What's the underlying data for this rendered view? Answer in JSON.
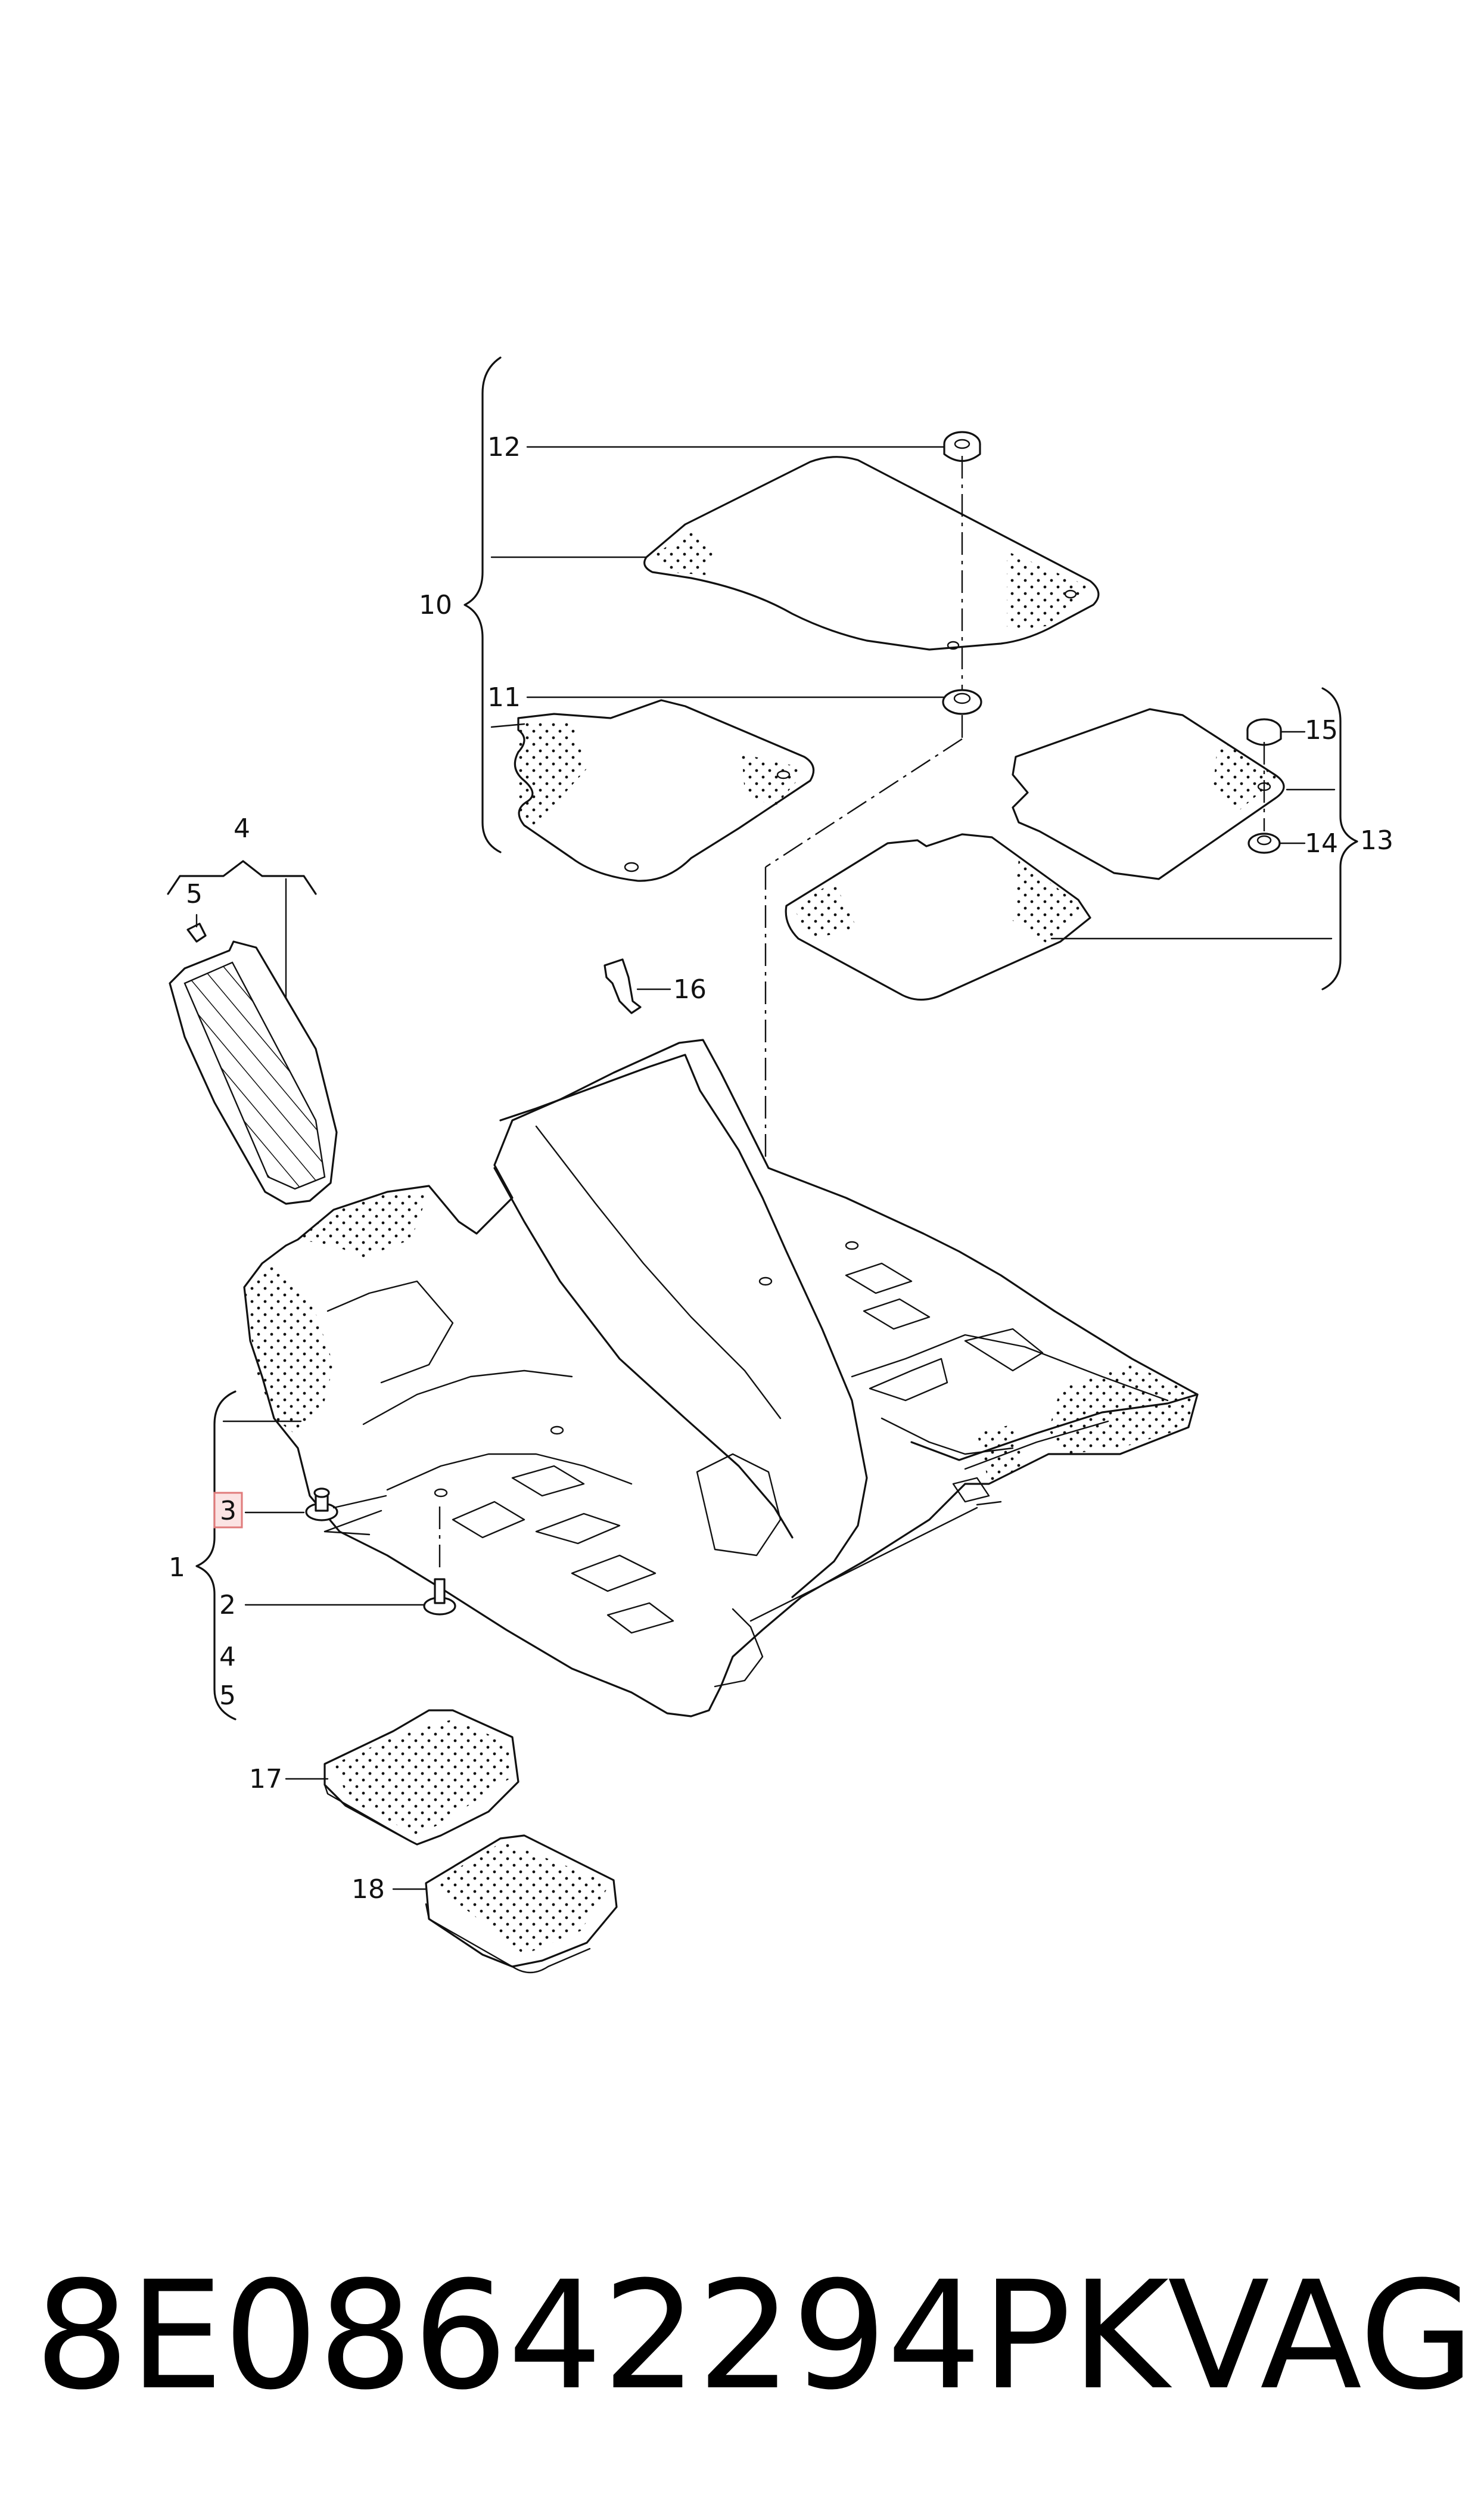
{
  "diagram": {
    "callouts": {
      "c1": "1",
      "c2": "2",
      "c3": "3",
      "c4_top": "4",
      "c4_bottom": "4",
      "c5_top": "5",
      "c5_bottom": "5",
      "c10": "10",
      "c11": "11",
      "c12": "12",
      "c13": "13",
      "c14": "14",
      "c15": "15",
      "c16": "16",
      "c17": "17",
      "c18": "18"
    },
    "highlighted_callout": "3",
    "highlight_color": "#e07b7b"
  },
  "caption": {
    "part_number": "8E08642294PK",
    "brand": "VAG"
  }
}
